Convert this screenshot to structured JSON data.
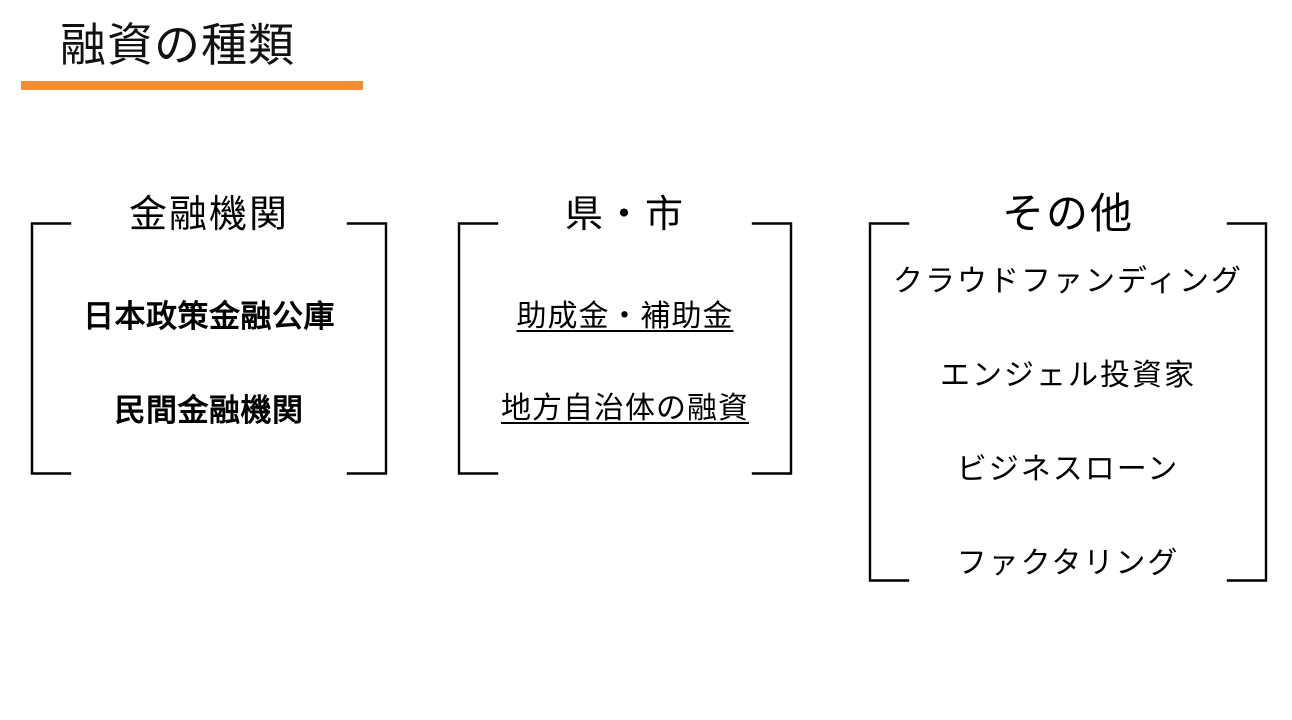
{
  "slide": {
    "title": "融資の種類",
    "accent_color": "#F18F35",
    "text_color": "#000000",
    "background_color": "#FFFFFF"
  },
  "columns": [
    {
      "key": "financial-institutions",
      "heading": "金融機関",
      "items": [
        {
          "label": "日本政策金融公庫",
          "style": "bold"
        },
        {
          "label": "民間金融機関",
          "style": "bold"
        }
      ]
    },
    {
      "key": "prefecture-city",
      "heading": "県・市",
      "items": [
        {
          "label": "助成金・補助金",
          "style": "underline"
        },
        {
          "label": "地方自治体の融資",
          "style": "underline"
        }
      ]
    },
    {
      "key": "other",
      "heading": "その他",
      "items": [
        {
          "label": "クラウドファンディング",
          "style": "regular"
        },
        {
          "label": "エンジェル投資家",
          "style": "regular"
        },
        {
          "label": "ビジネスローン",
          "style": "regular"
        },
        {
          "label": "ファクタリング",
          "style": "regular"
        }
      ]
    }
  ],
  "decorations": {
    "title_underline": "orange-accent-bar",
    "bracket_icon": "square-bracket-pair"
  }
}
